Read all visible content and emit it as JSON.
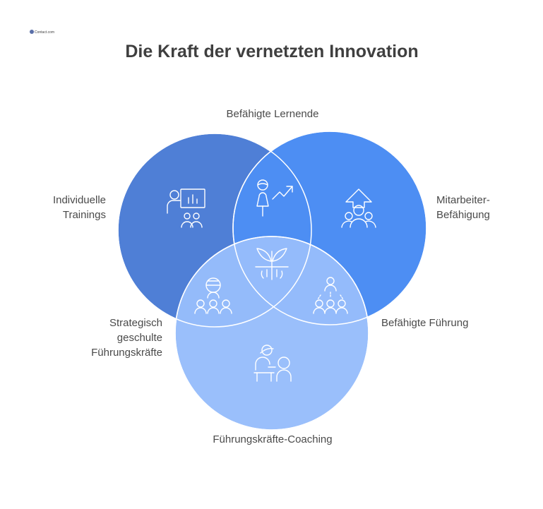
{
  "logo": {
    "text": "Contact.com"
  },
  "title": "Die Kraft der vernetzten Innovation",
  "colors": {
    "circle_left": "#4f7fd6",
    "circle_right": "#4d8ef3",
    "circle_bottom": "#97bdfb",
    "outline": "#ffffff",
    "text": "#4a4a4a"
  },
  "labels": {
    "top": "Befähigte Lernende",
    "left_line1": "Individuelle",
    "left_line2": "Trainings",
    "right_line1": "Mitarbeiter-",
    "right_line2": "Befähigung",
    "mid_left_line1": "Strategisch",
    "mid_left_line2": "geschulte",
    "mid_left_line3": "Führungskräfte",
    "mid_right": "Befähigte Führung",
    "bottom": "Führungskräfte-Coaching"
  },
  "icons": {
    "left": "trainer-presentation-icon",
    "top_overlap": "growth-learner-icon",
    "right": "team-empowerment-icon",
    "center": "seedling-roots-icon",
    "left_overlap": "trained-leader-group-icon",
    "right_overlap": "leader-hierarchy-icon",
    "bottom": "coaching-session-icon"
  }
}
